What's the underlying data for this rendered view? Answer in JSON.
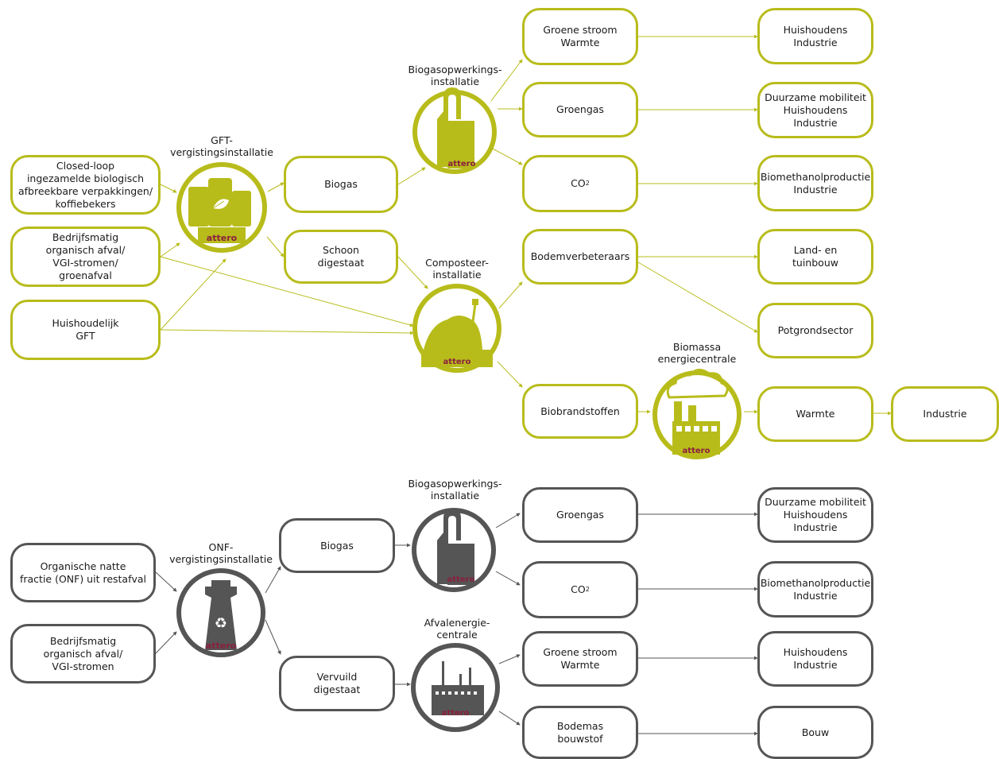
{
  "colors": {
    "green": "#b8bc1b",
    "gray": "#555555",
    "logo": "#8a1f3d"
  },
  "top_flow": {
    "inputs": {
      "closed_loop": "Closed-loop\ningezamelde biologisch\nafbreekbare verpakkingen/\nkoffiebekers",
      "bedrijf": "Bedrijfsmatig\norganisch afval/\nVGI-stromen/\ngroenafval",
      "huishoudelijk": "Huishoudelijk\nGFT"
    },
    "installations": {
      "gft": "GFT-\nvergistingsinstallatie",
      "biogas_upgrade": "Biogasopwerkings-\ninstallatie",
      "compost": "Composteer-\ninstallatie",
      "biomassa": "Biomassa\nenergiecentrale"
    },
    "products": {
      "biogas": "Biogas",
      "schoon_digestaat": "Schoon\ndigestaat",
      "groene_stroom": "Groene stroom\nWarmte",
      "groengas": "Groengas",
      "co2_base": "CO",
      "co2_sub": "2",
      "bodemverbeteraars": "Bodemverbeteraars",
      "biobrandstoffen": "Biobrandstoffen"
    },
    "outcomes": {
      "huishoudens_industrie": "Huishoudens\nIndustrie",
      "duurzame": "Duurzame mobiliteit\nHuishoudens\nIndustrie",
      "biomethanol": "Biomethanolproductie\nIndustrie",
      "land_tuinbouw": "Land- en\ntuinbouw",
      "potgrond": "Potgrondsector",
      "warmte": "Warmte",
      "industrie": "Industrie"
    }
  },
  "bottom_flow": {
    "inputs": {
      "onf": "Organische natte\nfractie (ONF) uit restafval",
      "bedrijf": "Bedrijfsmatig\norganisch afval/\nVGI-stromen"
    },
    "installations": {
      "onf": "ONF-\nvergistingsinstallatie",
      "biogas_upgrade": "Biogasopwerkings-\ninstallatie",
      "afvalenergie": "Afvalenergie-\ncentrale"
    },
    "products": {
      "biogas": "Biogas",
      "vervuild_digestaat": "Vervuild\ndigestaat",
      "groengas": "Groengas",
      "co2_base": "CO",
      "co2_sub": "2",
      "groene_stroom": "Groene stroom\nWarmte",
      "bodemas": "Bodemas\nbouwstof"
    },
    "outcomes": {
      "duurzame": "Duurzame mobiliteit\nHuishoudens\nIndustrie",
      "biomethanol": "Biomethanolproductie\nIndustrie",
      "huishoudens_industrie": "Huishoudens\nIndustrie",
      "bouw": "Bouw"
    }
  },
  "logo": {
    "text": "attero",
    "icon": "recycle-icon"
  }
}
